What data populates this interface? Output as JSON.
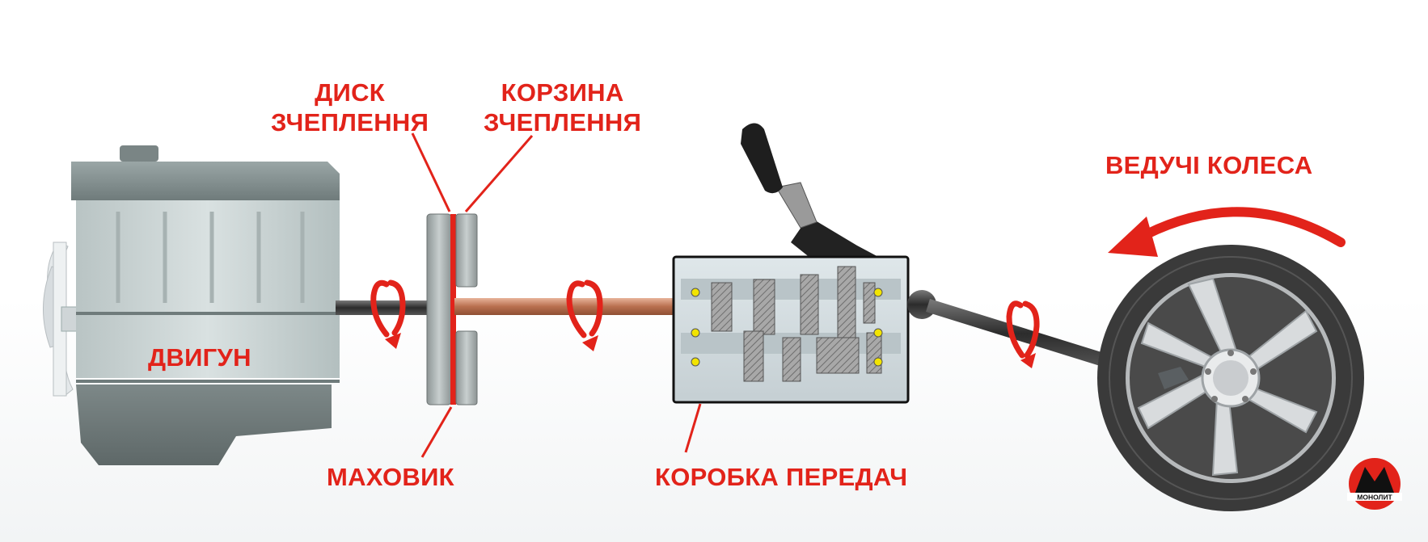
{
  "labels": {
    "disk": [
      "ДИСК",
      "ЗЧЕПЛЕННЯ"
    ],
    "basket": [
      "КОРЗИНА",
      "ЗЧЕПЛЕННЯ"
    ],
    "engine": "ДВИГУН",
    "flywheel": "МАХОВИК",
    "gearbox": "КОРОБКА ПЕРЕДАЧ",
    "wheels": "ВЕДУЧІ КОЛЕСА"
  },
  "logo": {
    "text": "МОНОЛИТ",
    "icon": "monolit-logo-icon"
  },
  "colors": {
    "accent": "#e2231a",
    "engine_body": "#c9d3d3",
    "engine_dark": "#7f8a8a",
    "input_shaft": "#c9876a",
    "tire": "#3a3a3a"
  }
}
